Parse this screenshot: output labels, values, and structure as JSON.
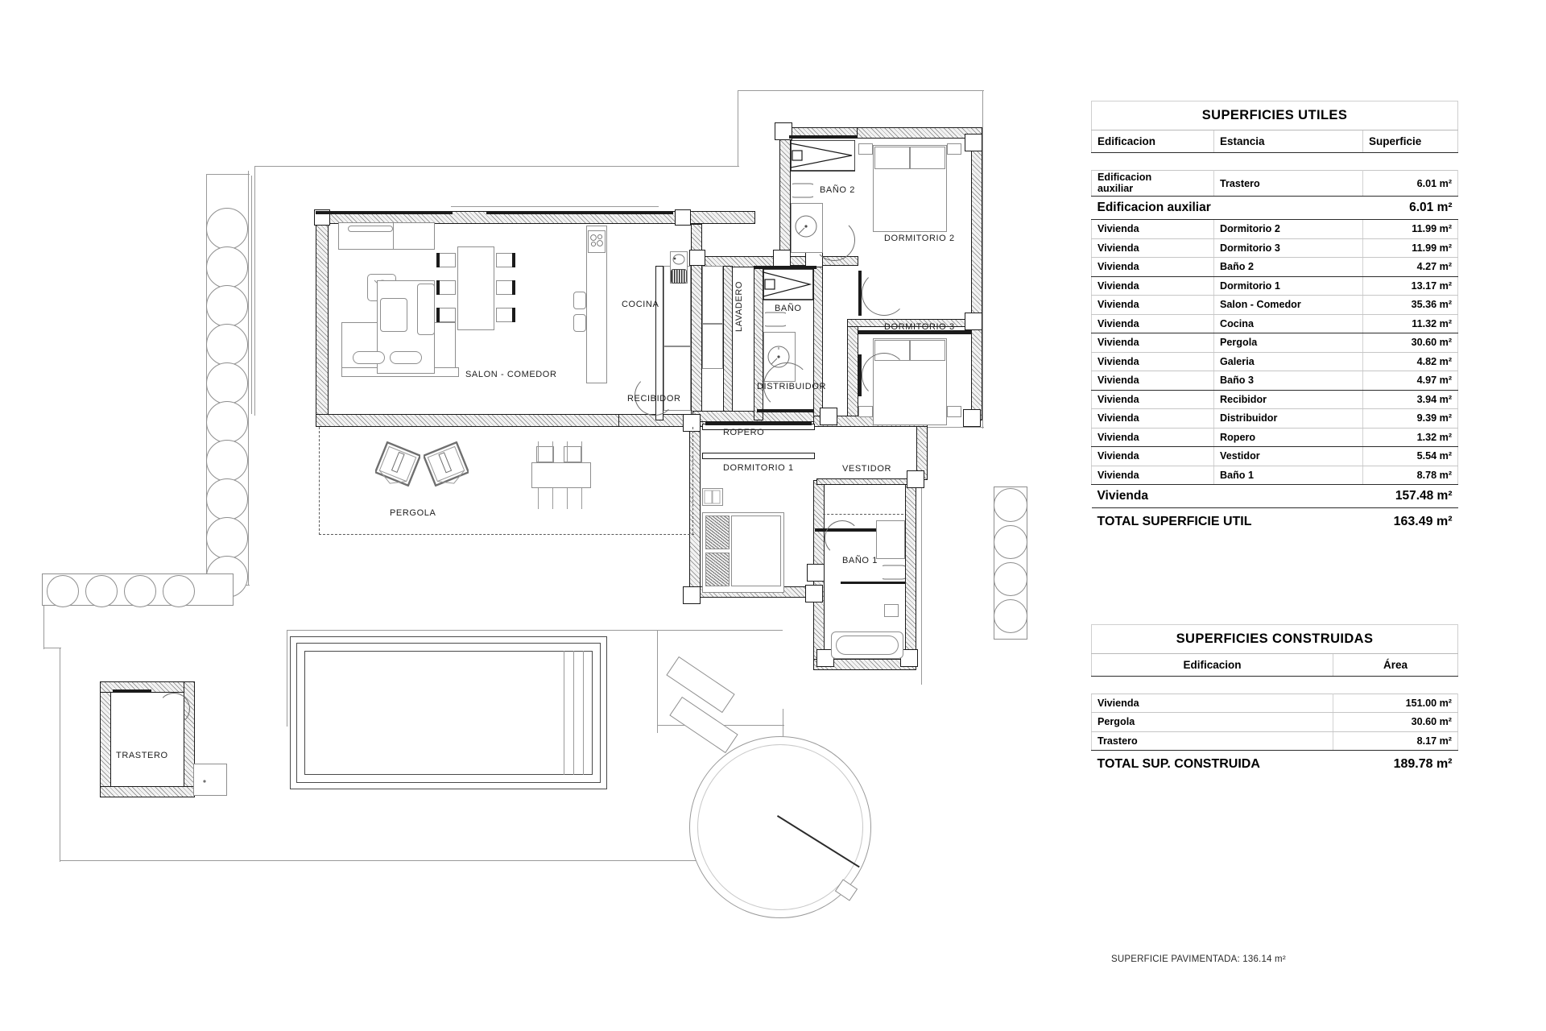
{
  "plan": {
    "room_labels": [
      {
        "name": "salon-comedor",
        "text": "SALON - COMEDOR"
      },
      {
        "name": "cocina",
        "text": "COCINA"
      },
      {
        "name": "lavadero",
        "text": "LAVADERO"
      },
      {
        "name": "bano",
        "text": "BAÑO"
      },
      {
        "name": "bano-2",
        "text": "BAÑO 2"
      },
      {
        "name": "dormitorio-2",
        "text": "DORMITORIO 2"
      },
      {
        "name": "dormitorio-3",
        "text": "DORMITORIO 3"
      },
      {
        "name": "recibidor",
        "text": "RECIBIDOR"
      },
      {
        "name": "distribuidor",
        "text": "DISTRIBUIDOR"
      },
      {
        "name": "ropero",
        "text": "ROPERO"
      },
      {
        "name": "dormitorio-1",
        "text": "DORMITORIO 1"
      },
      {
        "name": "vestidor",
        "text": "VESTIDOR"
      },
      {
        "name": "bano-1",
        "text": "BAÑO 1"
      },
      {
        "name": "pergola",
        "text": "PERGOLA"
      },
      {
        "name": "trastero",
        "text": "TRASTERO"
      }
    ]
  },
  "utiles": {
    "title": "SUPERFICIES UTILES",
    "columns": [
      "Edificacion",
      "Estancia",
      "Superficie"
    ],
    "rows": [
      {
        "edificacion": "Edificacion auxiliar",
        "estancia": "Trastero",
        "superficie": "6.01 m²",
        "group_end": true,
        "two_line": true
      },
      {
        "edificacion": "Vivienda",
        "estancia": "Dormitorio 2",
        "superficie": "11.99 m²"
      },
      {
        "edificacion": "Vivienda",
        "estancia": "Dormitorio 3",
        "superficie": "11.99 m²"
      },
      {
        "edificacion": "Vivienda",
        "estancia": "Baño 2",
        "superficie": "4.27 m²",
        "group_end": true
      },
      {
        "edificacion": "Vivienda",
        "estancia": "Dormitorio 1",
        "superficie": "13.17 m²"
      },
      {
        "edificacion": "Vivienda",
        "estancia": "Salon  - Comedor",
        "superficie": "35.36 m²"
      },
      {
        "edificacion": "Vivienda",
        "estancia": "Cocina",
        "superficie": "11.32 m²",
        "group_end": true
      },
      {
        "edificacion": "Vivienda",
        "estancia": "Pergola",
        "superficie": "30.60 m²"
      },
      {
        "edificacion": "Vivienda",
        "estancia": "Galeria",
        "superficie": "4.82 m²"
      },
      {
        "edificacion": "Vivienda",
        "estancia": "Baño 3",
        "superficie": "4.97 m²",
        "group_end": true
      },
      {
        "edificacion": "Vivienda",
        "estancia": "Recibidor",
        "superficie": "3.94 m²"
      },
      {
        "edificacion": "Vivienda",
        "estancia": "Distribuidor",
        "superficie": "9.39 m²"
      },
      {
        "edificacion": "Vivienda",
        "estancia": "Ropero",
        "superficie": "1.32 m²",
        "group_end": true
      },
      {
        "edificacion": "Vivienda",
        "estancia": "Vestidor",
        "superficie": "5.54 m²"
      },
      {
        "edificacion": "Vivienda",
        "estancia": "Baño 1",
        "superficie": "8.78 m²",
        "group_end": true
      }
    ],
    "subtotal_aux_label": "Edificacion auxiliar",
    "subtotal_aux_value": "6.01 m²",
    "subtotal_viv_label": "Vivienda",
    "subtotal_viv_value": "157.48 m²",
    "total_label": "TOTAL SUPERFICIE UTIL",
    "total_value": "163.49 m²"
  },
  "construidas": {
    "title": "SUPERFICIES CONSTRUIDAS",
    "columns": [
      "Edificacion",
      "Área"
    ],
    "rows": [
      {
        "edificacion": "Vivienda",
        "area": "151.00 m²"
      },
      {
        "edificacion": "Pergola",
        "area": "30.60 m²"
      },
      {
        "edificacion": "Trastero",
        "area": "8.17 m²",
        "group_end": true
      }
    ],
    "total_label": "TOTAL SUP. CONSTRUIDA",
    "total_value": "189.78 m²"
  },
  "footer": {
    "note": "SUPERFICIE PAVIMENTADA: 136.14 m²"
  },
  "colors": {
    "ink": "#1b1b1b",
    "hatch": "#7d7d7d",
    "light": "#c9c9c9"
  }
}
